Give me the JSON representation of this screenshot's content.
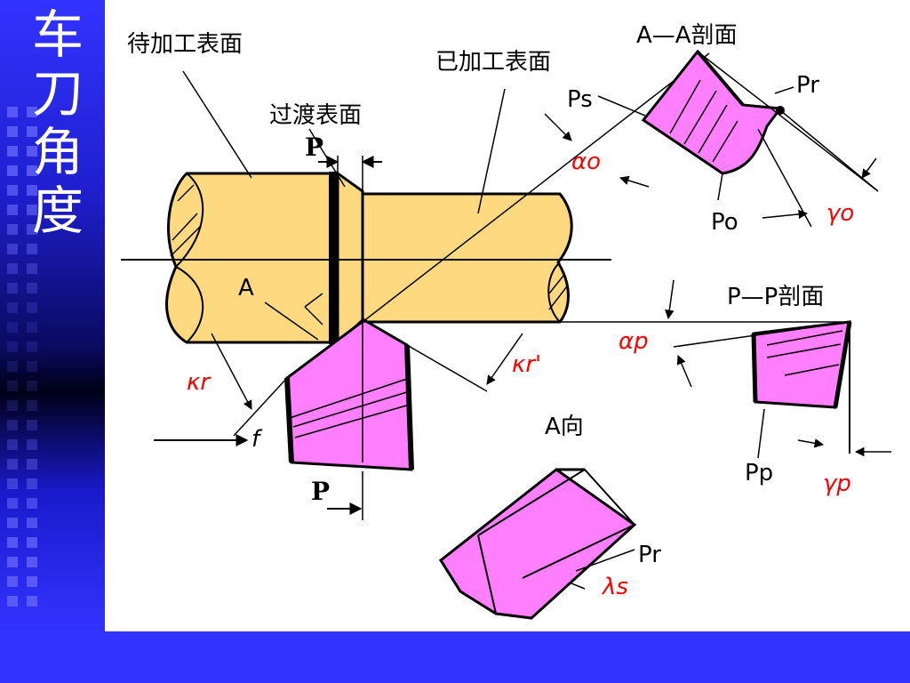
{
  "slide": {
    "title": "车刀角度"
  },
  "diagram": {
    "labels": {
      "unmachined_surface": "待加工表面",
      "transition_surface": "过渡表面",
      "machined_surface": "已加工表面",
      "section_aa": "A—A剖面",
      "section_pp": "P—P剖面",
      "view_a": "A向",
      "point_a": "A",
      "feed": "f",
      "p_top": "P",
      "p_bottom": "P",
      "ps": "Ps",
      "pr_top": "Pr",
      "po": "Po",
      "pp": "Pp",
      "pr_bottom": "Pr"
    },
    "angles": {
      "alpha_o": "αo",
      "gamma_o": "γo",
      "kappa_r_prime": "κr'",
      "kappa_r": "κr",
      "alpha_p": "αp",
      "gamma_p": "γp",
      "lambda_s": "λs"
    },
    "colors": {
      "workpiece": "#ffd97f",
      "tool": "#ff7fff",
      "angle_label": "#ff0000",
      "background": "#3333ff"
    }
  }
}
